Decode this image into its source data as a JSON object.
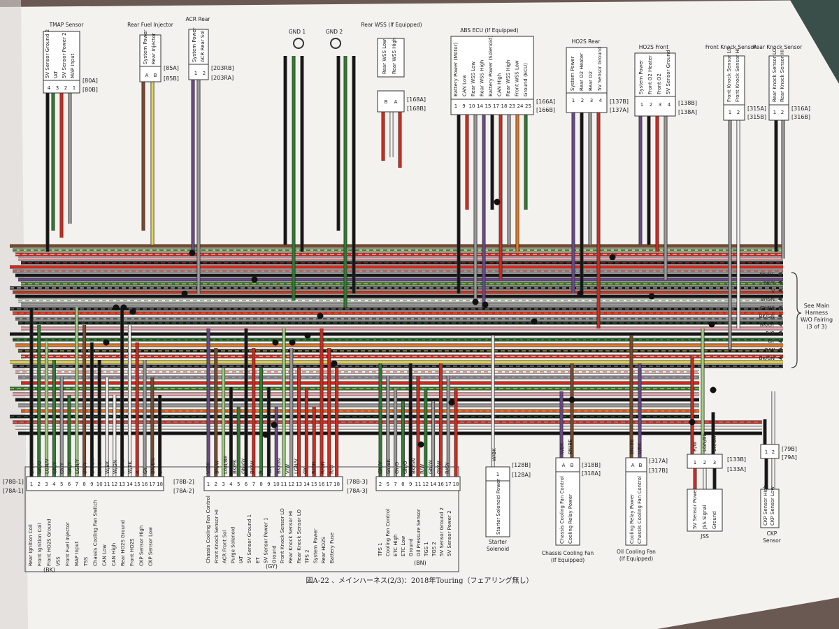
{
  "caption": "図A-22 、メインハーネス(2/3)：2018年Touring（フェアリング無し）",
  "see_main": [
    "See Main",
    "Harness",
    "W/O Fairing",
    "(3 of 3)"
  ],
  "components": {
    "tmap": {
      "title": "TMAP Sensor",
      "pins": [
        "5V Sensor Ground 2",
        "IAT",
        "5V Sensor Power 2",
        "MAP Input"
      ],
      "nums": [
        "4",
        "3",
        "2",
        "1"
      ],
      "conn": [
        "[80A]",
        "[80B]"
      ]
    },
    "rear_fuel": {
      "title": "Rear Fuel Injector",
      "pins": [
        "System Power",
        "Rear Injector"
      ],
      "nums": [
        "A",
        "B"
      ],
      "conn": [
        "[85A]",
        "[85B]"
      ]
    },
    "acr_rear": {
      "title": "ACR Rear",
      "pins": [
        "System Power",
        "ACR Rear Sol"
      ],
      "nums": [
        "1",
        "2"
      ],
      "conn": [
        "[203RB]",
        "[203RA]"
      ]
    },
    "gnd1": {
      "title": "GND 1"
    },
    "gnd2": {
      "title": "GND 2"
    },
    "rear_wss": {
      "title": "Rear WSS (If Equipped)",
      "pins": [
        "Rear WSS Low",
        "Rear WSS High"
      ],
      "nums": [
        "B",
        "A"
      ],
      "conn": [
        "[168A]",
        "[168B]"
      ]
    },
    "abs_ecu": {
      "title": "ABS ECU (If Equipped)",
      "pins": [
        "Battery Power (Motor)",
        "CAN Low",
        "Rear WSS Low",
        "Rear WSS High",
        "Battery Power (Solenoid)",
        "CAN High",
        "Rear WSS High",
        "Front WSS Low",
        "Ground (ECU)"
      ],
      "nums": [
        "1",
        "9",
        "10",
        "14",
        "15",
        "17",
        "18",
        "23",
        "24",
        "25"
      ],
      "conn": [
        "[166A]",
        "[166B]"
      ]
    },
    "ho2s_rear": {
      "title": "HO2S Rear",
      "pins": [
        "System Power",
        "Rear O2 Heater",
        "Rear O2",
        "5V Sensor Ground"
      ],
      "nums": [
        "1",
        "2",
        "3",
        "4"
      ],
      "conn": [
        "[137B]",
        "[137A]"
      ]
    },
    "ho2s_front": {
      "title": "HO2S Front",
      "pins": [
        "System Power",
        "Front O2 Heater",
        "Front O2",
        "5V Sensor Ground"
      ],
      "nums": [
        "1",
        "2",
        "3",
        "4"
      ],
      "conn": [
        "[138B]",
        "[138A]"
      ]
    },
    "front_knock": {
      "title": "Front Knock Sensor",
      "pins": [
        "Front Knock Sensor LO",
        "Front Knock Sensor HI"
      ],
      "nums": [
        "1",
        "2"
      ],
      "conn": [
        "[315A]",
        "[315B]"
      ]
    },
    "rear_knock": {
      "title": "Rear Knock Sensor",
      "pins": [
        "Rear Knock Sensor LO",
        "Rear Knock Sensor HI"
      ],
      "nums": [
        "1",
        "2"
      ],
      "conn": [
        "[316A]",
        "[316B]"
      ]
    },
    "starter": {
      "title": [
        "Starter",
        "Solenoid"
      ],
      "pins": [
        "Starter Solenoid Power"
      ],
      "nums": [
        "1"
      ],
      "conn": [
        "[128B]",
        "[128A]"
      ],
      "wire": "W/BK"
    },
    "fan": {
      "title": [
        "Chassis Cooling Fan",
        "(If Equipped)"
      ],
      "pins": [
        "Chassis Cooling Fan Control",
        "Cooling Relay Power"
      ],
      "nums": [
        "A",
        "B"
      ],
      "conn": [
        "[318B]",
        "[318A]"
      ],
      "wires": [
        "V/BK",
        "BN/BE"
      ]
    },
    "oil_fan": {
      "title": [
        "Oil Cooling Fan",
        "(If Equipped)"
      ],
      "pins": [
        "Cooling Relay Power",
        "Chassis Cooling Fan Control"
      ],
      "nums": [
        "A",
        "B"
      ],
      "conn": [
        "[317A]",
        "[317B]"
      ],
      "wires": [
        "BN/BE",
        "V/BK"
      ]
    },
    "jss": {
      "title": [
        "JSS"
      ],
      "pins": [
        "5V Sensor Power",
        "JSS Signal",
        "Ground"
      ],
      "nums": [
        "1",
        "2",
        "3"
      ],
      "conn": [
        "[133B]",
        "[133A]"
      ],
      "wires": [
        "R/W",
        "LGN/BE",
        "BK/GN"
      ]
    },
    "ckp": {
      "title": [
        "CKP",
        "Sensor"
      ],
      "pins": [
        "CKP Sensor High",
        "CKP Sensor Low"
      ],
      "nums": [
        "1",
        "2"
      ],
      "conn": [
        "[79B]",
        "[79A]"
      ]
    }
  },
  "ecm_bk": {
    "conn": [
      "[78B-1]",
      "[78A-1]"
    ],
    "wires": [
      "BK/Y",
      "GN/O",
      "LGN/V",
      "GN/Y",
      "GY/Y",
      "GN/Y",
      "LGN/Y",
      "BN/Y",
      "BK/GN",
      "BK/GN",
      "W/BK",
      "W/GN",
      "BK/PK",
      "W/PK",
      "R",
      "GY",
      "BN/BN",
      "BK"
    ],
    "signals": [
      "Rear Ignition Coil",
      "Front Ignition Coil",
      "Front HO2S Ground",
      "VSS",
      "Front Fuel Injector",
      "MAP Input",
      "TSS",
      "Chassis Cooling Fan Switch",
      "CAN Low",
      "CAN High",
      "Rear HO2S Ground",
      "Front HO2S",
      "CKP Sensor High",
      "CKP Sensor Low"
    ],
    "label": "(BK)"
  },
  "ecm_gy": {
    "conn": [
      "[78B-2]",
      "[78A-2]"
    ],
    "wires": [
      "V/BK",
      "BN/W",
      "LGN/BE",
      "BK/PK",
      "GN/GY",
      "BK/W",
      "R",
      "GN",
      "BK/GN",
      "V/W",
      "LGN/V",
      "GY",
      "R/GN",
      "R/GN",
      "R/O"
    ],
    "signals": [
      "Chassis Cooling Fan Control",
      "Front Knock Sensor HI",
      "ACR Front Sol",
      "Purge Solenoid",
      "IAT",
      "5V Sensor Ground 1",
      "ET",
      "5V Sensor Power 1",
      "Ground",
      "Front Knock Sensor LO",
      "Rear Knock Sensor HI",
      "Rear Knock Sensor LO",
      "TPS 2",
      "System Power",
      "Rear HO2S",
      "Battery Fuse"
    ],
    "label": "(GY)"
  },
  "ecm_bn": {
    "conn": [
      "[78B-3]",
      "[78A-3]"
    ],
    "nums": [
      "2",
      "5",
      "7",
      "8",
      "9",
      "11",
      "12",
      "14",
      "16",
      "17",
      "18"
    ],
    "wires": [
      "GN/V",
      "GY/BK",
      "GY/O",
      "GN/O",
      "BK/GN",
      "R/W",
      "GN/W",
      "GY/W",
      "R/GY"
    ],
    "signals": [
      "TPS 1",
      "Cooling Fan Control",
      "ETC High",
      "ETC Low",
      "Ground",
      "Oil Pressure Sensor",
      "TGS 1",
      "TGS 2",
      "5V Sensor Ground 2",
      "5V Sensor Power 2"
    ],
    "label": "(BN)"
  },
  "right_wires": [
    "BN/BE",
    "BK/Y",
    "V",
    "W/GN",
    "GY/BK",
    "BK/GN",
    "BK/GY",
    "R/O",
    "GY",
    "R/W",
    "BK/GN"
  ],
  "colors": {
    "red": "#d8281c",
    "black": "#141414",
    "white": "#f2f0ee",
    "green": "#2f7d2f",
    "yellow": "#e4d548",
    "violet": "#6a4a8a",
    "brown": "#7b4a2a",
    "orange": "#e07a28",
    "gray": "#9a9a9a",
    "pink": "#e8a4ac",
    "lgreen": "#9fcf7f",
    "blue": "#3d5fa0"
  }
}
